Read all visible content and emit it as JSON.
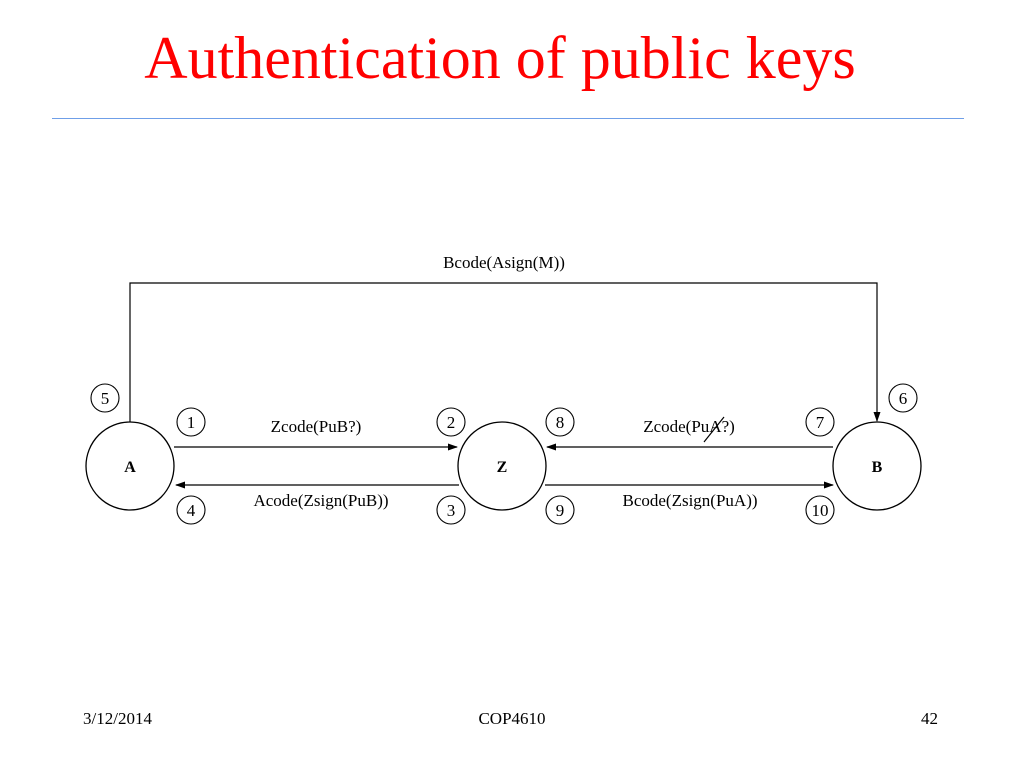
{
  "slide": {
    "title": "Authentication of public keys",
    "footer": {
      "date": "3/12/2014",
      "course": "COP4610",
      "page": "42"
    }
  },
  "diagram": {
    "nodes": {
      "a": "A",
      "z": "Z",
      "b": "B"
    },
    "messages": {
      "top": "Bcode(Asign(M))",
      "a_to_z": "Zcode(PuB?)",
      "z_to_a": "Acode(Zsign(PuB))",
      "b_to_z": "Zcode(PuA?)",
      "z_to_b": "Bcode(Zsign(PuA))"
    },
    "steps": [
      "1",
      "2",
      "3",
      "4",
      "5",
      "6",
      "7",
      "8",
      "9",
      "10"
    ]
  }
}
